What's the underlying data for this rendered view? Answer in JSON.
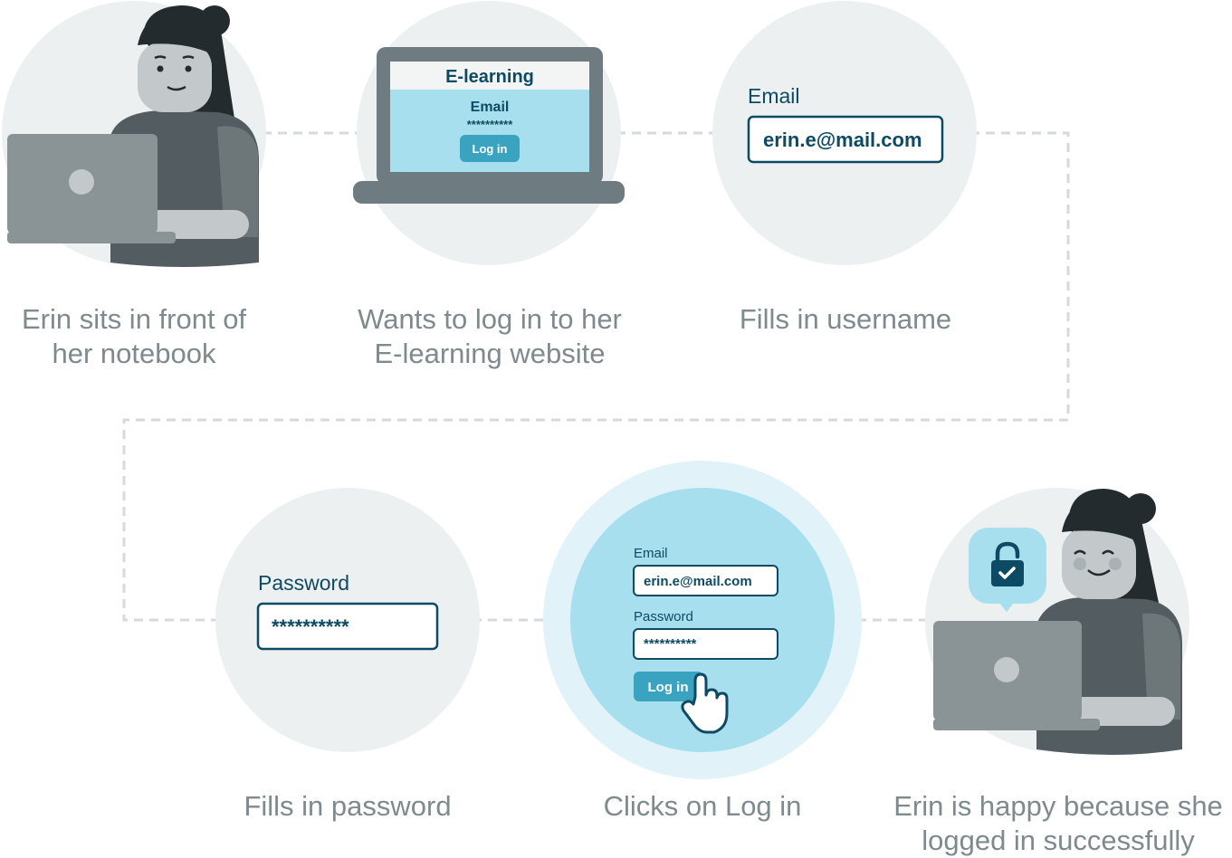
{
  "steps": [
    {
      "caption_line1": "Erin sits in front of",
      "caption_line2": "her notebook"
    },
    {
      "caption_line1": "Wants to log in to her",
      "caption_line2": "E-learning website",
      "screen_title": "E-learning",
      "screen_field_label": "Email",
      "screen_password_mask": "**********",
      "screen_button": "Log in"
    },
    {
      "caption_line1": "Fills in username",
      "field_label": "Email",
      "field_value": "erin.e@mail.com"
    },
    {
      "caption_line1": "Fills in password",
      "field_label": "Password",
      "field_value": "**********"
    },
    {
      "caption_line1": "Clicks on Log in",
      "email_label": "Email",
      "email_value": "erin.e@mail.com",
      "password_label": "Password",
      "password_value": "**********",
      "button_label": "Log in"
    },
    {
      "caption_line1": "Erin is happy because she",
      "caption_line2": "logged in successfully"
    }
  ],
  "colors": {
    "circle_bg": "#edf0f1",
    "dark_teal": "#0d4a63",
    "light_blue": "#a7dfee",
    "halo_blue": "#e1f3f9",
    "button_blue": "#3aa3c0",
    "laptop_gray": "#8a9497",
    "hair": "#232b2e",
    "shirt": "#535d61",
    "skin": "#c3c8ca",
    "connector": "#d7dadb"
  },
  "icons": [
    "laptop-icon",
    "hand-cursor-icon",
    "unlocked-padlock-icon",
    "checkmark-icon"
  ]
}
